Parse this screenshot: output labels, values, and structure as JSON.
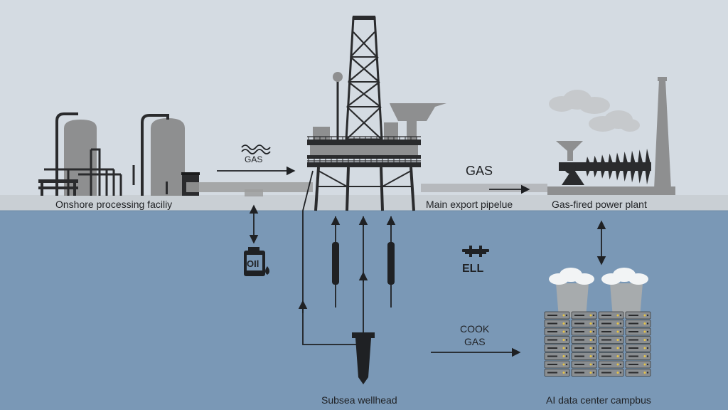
{
  "labels": {
    "onshore": "Onshore processing faciliy",
    "export_pipeline": "Main export pipelue",
    "power_plant": "Gas-fired power plant",
    "wellhead": "Subsea wellhead",
    "datacenter": "AI data center campbus",
    "gas_left": "GAS",
    "gas_right": "GAS",
    "cook_gas_line1": "COOK",
    "cook_gas_line2": "GAS",
    "oil_icon_text": "OIl",
    "ell_icon_text": "ELL"
  },
  "colors": {
    "sky": "#d4dbe2",
    "sea": "#7a98b6",
    "ground": "#c9cfd4",
    "structure": "#2a2b2d",
    "tank": "#8e8f90",
    "pipe": "#9c9d9e",
    "cloud": "#c6c9cc",
    "cooling_tower": "#a7abad"
  }
}
